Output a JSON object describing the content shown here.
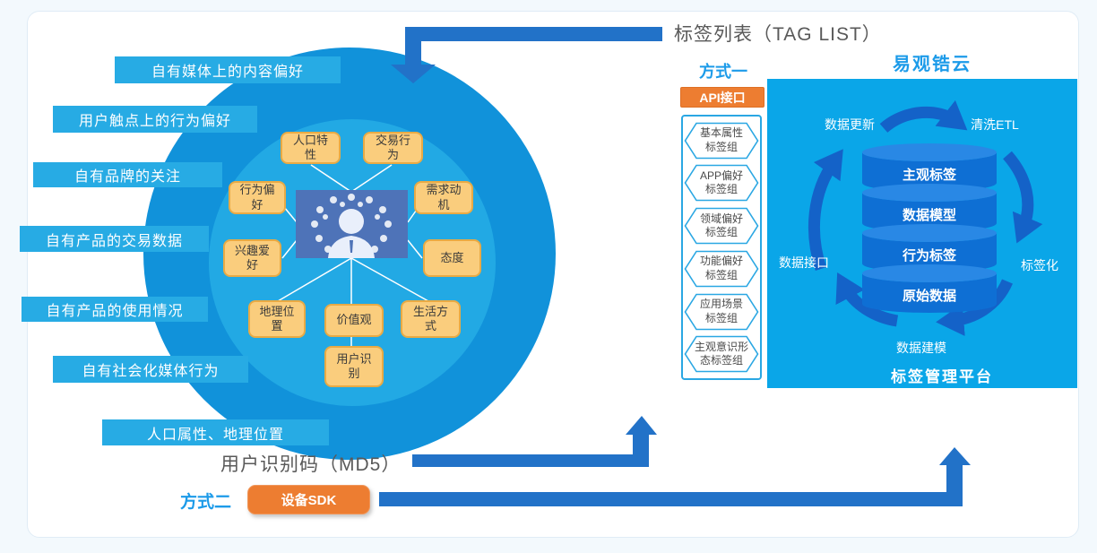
{
  "top_arrow_label": "标签列表（TAG LIST）",
  "left_diagram": {
    "bars": [
      "自有媒体上的内容偏好",
      "用户触点上的行为偏好",
      "自有品牌的关注",
      "自有产品的交易数据",
      "自有产品的使用情况",
      "自有社会化媒体行为",
      "人口属性、地理位置"
    ],
    "tags": [
      "人口特\n性",
      "交易行\n为",
      "行为偏\n好",
      "需求动\n机",
      "兴趣爱\n好",
      "态度",
      "地理位\n置",
      "价值观",
      "生活方\n式",
      "用户识\n别"
    ]
  },
  "method_one": {
    "title": "方式一",
    "api_button": "API接口",
    "tag_groups": [
      "基本属性\n标签组",
      "APP偏好\n标签组",
      "领域偏好\n标签组",
      "功能偏好\n标签组",
      "应用场景\n标签组",
      "主观意识形\n态标签组"
    ]
  },
  "cloud": {
    "title": "易观锆云",
    "cycle": {
      "top_left": "数据更新",
      "top_right": "清洗ETL",
      "left": "数据接口",
      "right": "标签化",
      "bottom": "数据建模"
    },
    "db_layers": [
      "主观标签",
      "数据模型",
      "行为标签",
      "原始数据"
    ],
    "platform_label": "标签管理平台"
  },
  "bottom": {
    "md5_label": "用户识别码（MD5）",
    "method_two": "方式二",
    "sdk_button": "设备SDK"
  },
  "colors": {
    "bar_cyan": "#27ABE4",
    "circle_outer": "#1192DA",
    "circle_inner": "#22A9E4",
    "panel_cyan": "#0AA6E8",
    "elbow_arrow_blue": "#2272C8",
    "cycle_arrow_blue": "#1462C8",
    "orange": "#ED7D31",
    "tag_yellow_fill": "#FACD7D",
    "tag_yellow_border": "#E9AA44",
    "accent_blue": "#1C9BE9",
    "gray_text": "#595959",
    "db_side_blue": "#0E6FD4",
    "db_top_blue": "#2988E5"
  }
}
